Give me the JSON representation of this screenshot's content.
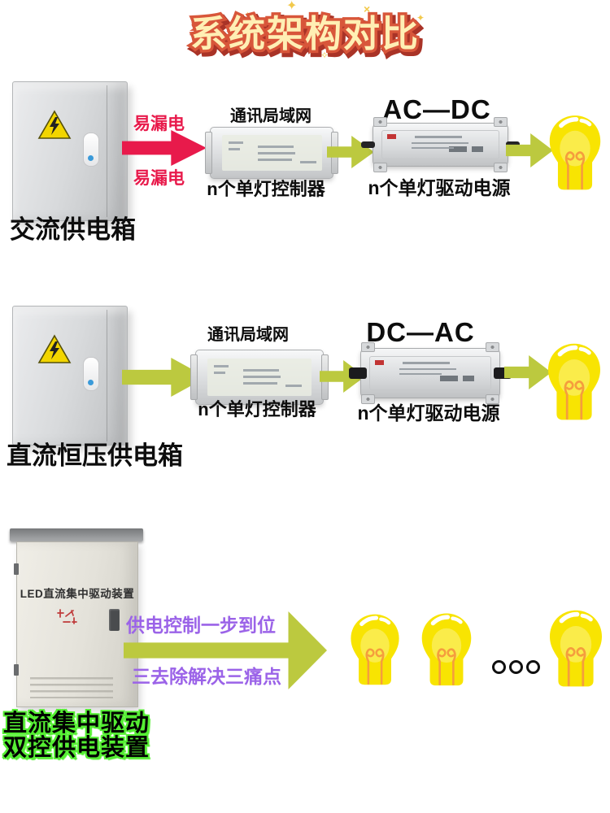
{
  "title": {
    "text": "系统架构对比"
  },
  "decor": {
    "sparkles": [
      "✦",
      "✧",
      "×",
      "✦",
      "×",
      "✧",
      "×"
    ]
  },
  "colors": {
    "red_arrow": "#e81a4b",
    "green_arrow": "#bcc93f",
    "purple_text": "#9b63e8",
    "bulb_yellow": "#f8e402",
    "filament_orange": "#f59d3d",
    "label_glow_green": "#55ee33",
    "title_fill": "#ffefb4",
    "title_outline": "#d8563a",
    "title_shadow": "#a93327"
  },
  "row1": {
    "cabinet_label": "交流供电箱",
    "leak_top": "易漏电",
    "leak_bottom": "易漏电",
    "lan_label": "通讯局域网",
    "controller_label": "n个单灯控制器",
    "converter_label": "AC—DC",
    "driver_label": "n个单灯驱动电源"
  },
  "row2": {
    "cabinet_label": "直流恒压供电箱",
    "lan_label": "通讯局域网",
    "controller_label": "n个单灯控制器",
    "converter_label": "DC—AC",
    "driver_label": "n个单灯驱动电源"
  },
  "row3": {
    "cabinet_panel_text": "LED直流集中驱动装置",
    "cabinet_label_line1": "直流集中驱动",
    "cabinet_label_line2": "双控供电装置",
    "benefit_top": "供电控制一步到位",
    "benefit_bottom": "三去除解决三痛点"
  }
}
